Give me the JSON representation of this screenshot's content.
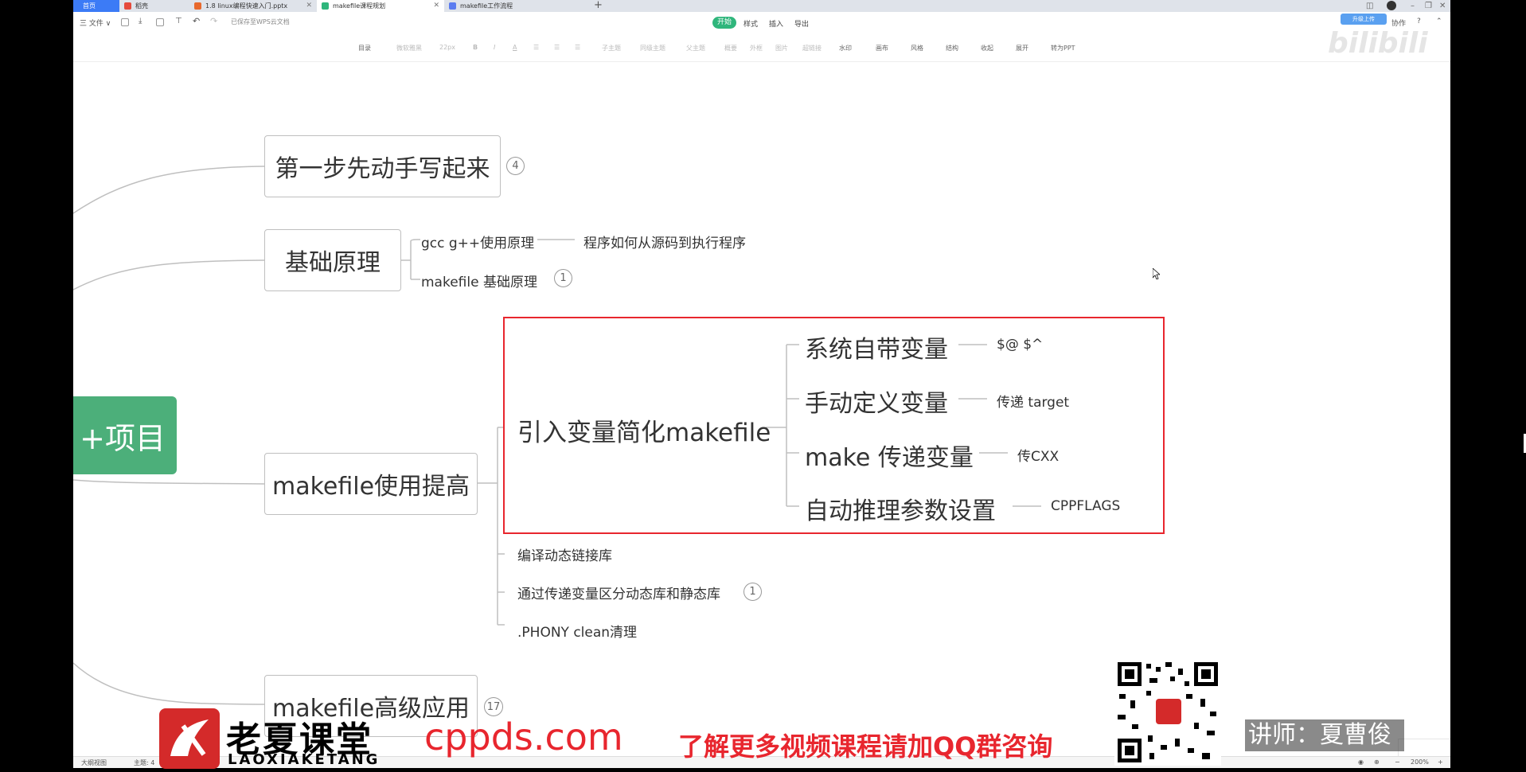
{
  "tabs": [
    {
      "label": "首页"
    },
    {
      "label": "稻壳"
    },
    {
      "label": "1.8 linux编程快速入门.pptx"
    },
    {
      "label": "makefile课程规划"
    },
    {
      "label": "makefile工作流程"
    }
  ],
  "toolbar1": {
    "file_menu": "三 文件 ∨",
    "saved_status": "已保存至WPS云文档",
    "menu_tabs": [
      "开始",
      "样式",
      "插入",
      "导出"
    ],
    "collab": "协作",
    "upgrade_badge": "升级上传",
    "help": "?"
  },
  "toolbar2": {
    "items": [
      "目录",
      "微软雅黑",
      "22px",
      "B",
      "I",
      "A",
      "子主题",
      "同级主题",
      "父主题",
      "概要",
      "外框",
      "图片",
      "超链接",
      "水印",
      "画布",
      "风格",
      "结构",
      "收起",
      "展开",
      "转为PPT"
    ]
  },
  "mindmap": {
    "root": "+项目",
    "branch1": {
      "label": "第一步先动手写起来",
      "badge": "4"
    },
    "branch2": {
      "label": "基础原理",
      "child1": "gcc g++使用原理",
      "child1_detail": "程序如何从源码到执行程序",
      "child2": "makefile 基础原理",
      "child2_badge": "1"
    },
    "branch3": {
      "label": "makefile使用提高",
      "sub_main": "引入变量简化makefile",
      "sub_items": [
        {
          "label": "系统自带变量",
          "detail": "$@ $^"
        },
        {
          "label": "手动定义变量",
          "detail": "传递 target"
        },
        {
          "label": "make 传递变量",
          "detail": "传CXX"
        },
        {
          "label": "自动推理参数设置",
          "detail": "CPPFLAGS"
        }
      ],
      "other1": "编译动态链接库",
      "other2": "通过传递变量区分动态库和静态库",
      "other2_badge": "1",
      "other3": ".PHONY clean清理"
    },
    "branch4": {
      "label": "makefile高级应用",
      "badge": "17"
    }
  },
  "statusbar": {
    "outline_view": "大纲视图",
    "theme": "主题: 4",
    "zoom": "200%"
  },
  "overlay": {
    "watermark": "bilibili",
    "brand_cn": "老夏课堂",
    "brand_en": "LAOXIAKETANG",
    "site": "cppds.com",
    "promo": "了解更多视频课程请加QQ群咨询",
    "lecturer": "讲师：夏曹俊"
  },
  "colors": {
    "accent_green": "#4caf7a",
    "highlight_red": "#e8262e",
    "home_tab": "#3c7bf6"
  }
}
